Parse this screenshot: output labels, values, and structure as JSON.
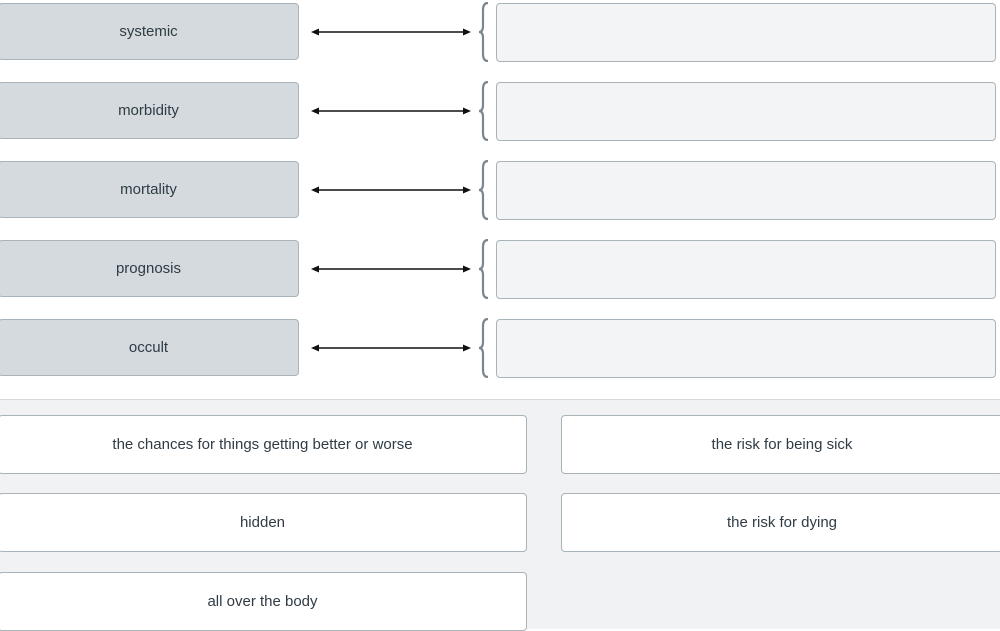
{
  "terms": [
    {
      "label": "systemic"
    },
    {
      "label": "morbidity"
    },
    {
      "label": "mortality"
    },
    {
      "label": "prognosis"
    },
    {
      "label": "occult"
    }
  ],
  "choices": [
    {
      "label": "the chances for things getting better or worse"
    },
    {
      "label": "the risk for being sick"
    },
    {
      "label": "hidden"
    },
    {
      "label": "the risk for dying"
    },
    {
      "label": "all over the body"
    }
  ],
  "colors": {
    "term_bg": "#d4dadd",
    "target_bg": "#f3f4f5",
    "bank_bg": "#f1f2f3",
    "border": "#a9b3ba",
    "arrow": "#111111",
    "brace": "#7b8790"
  }
}
